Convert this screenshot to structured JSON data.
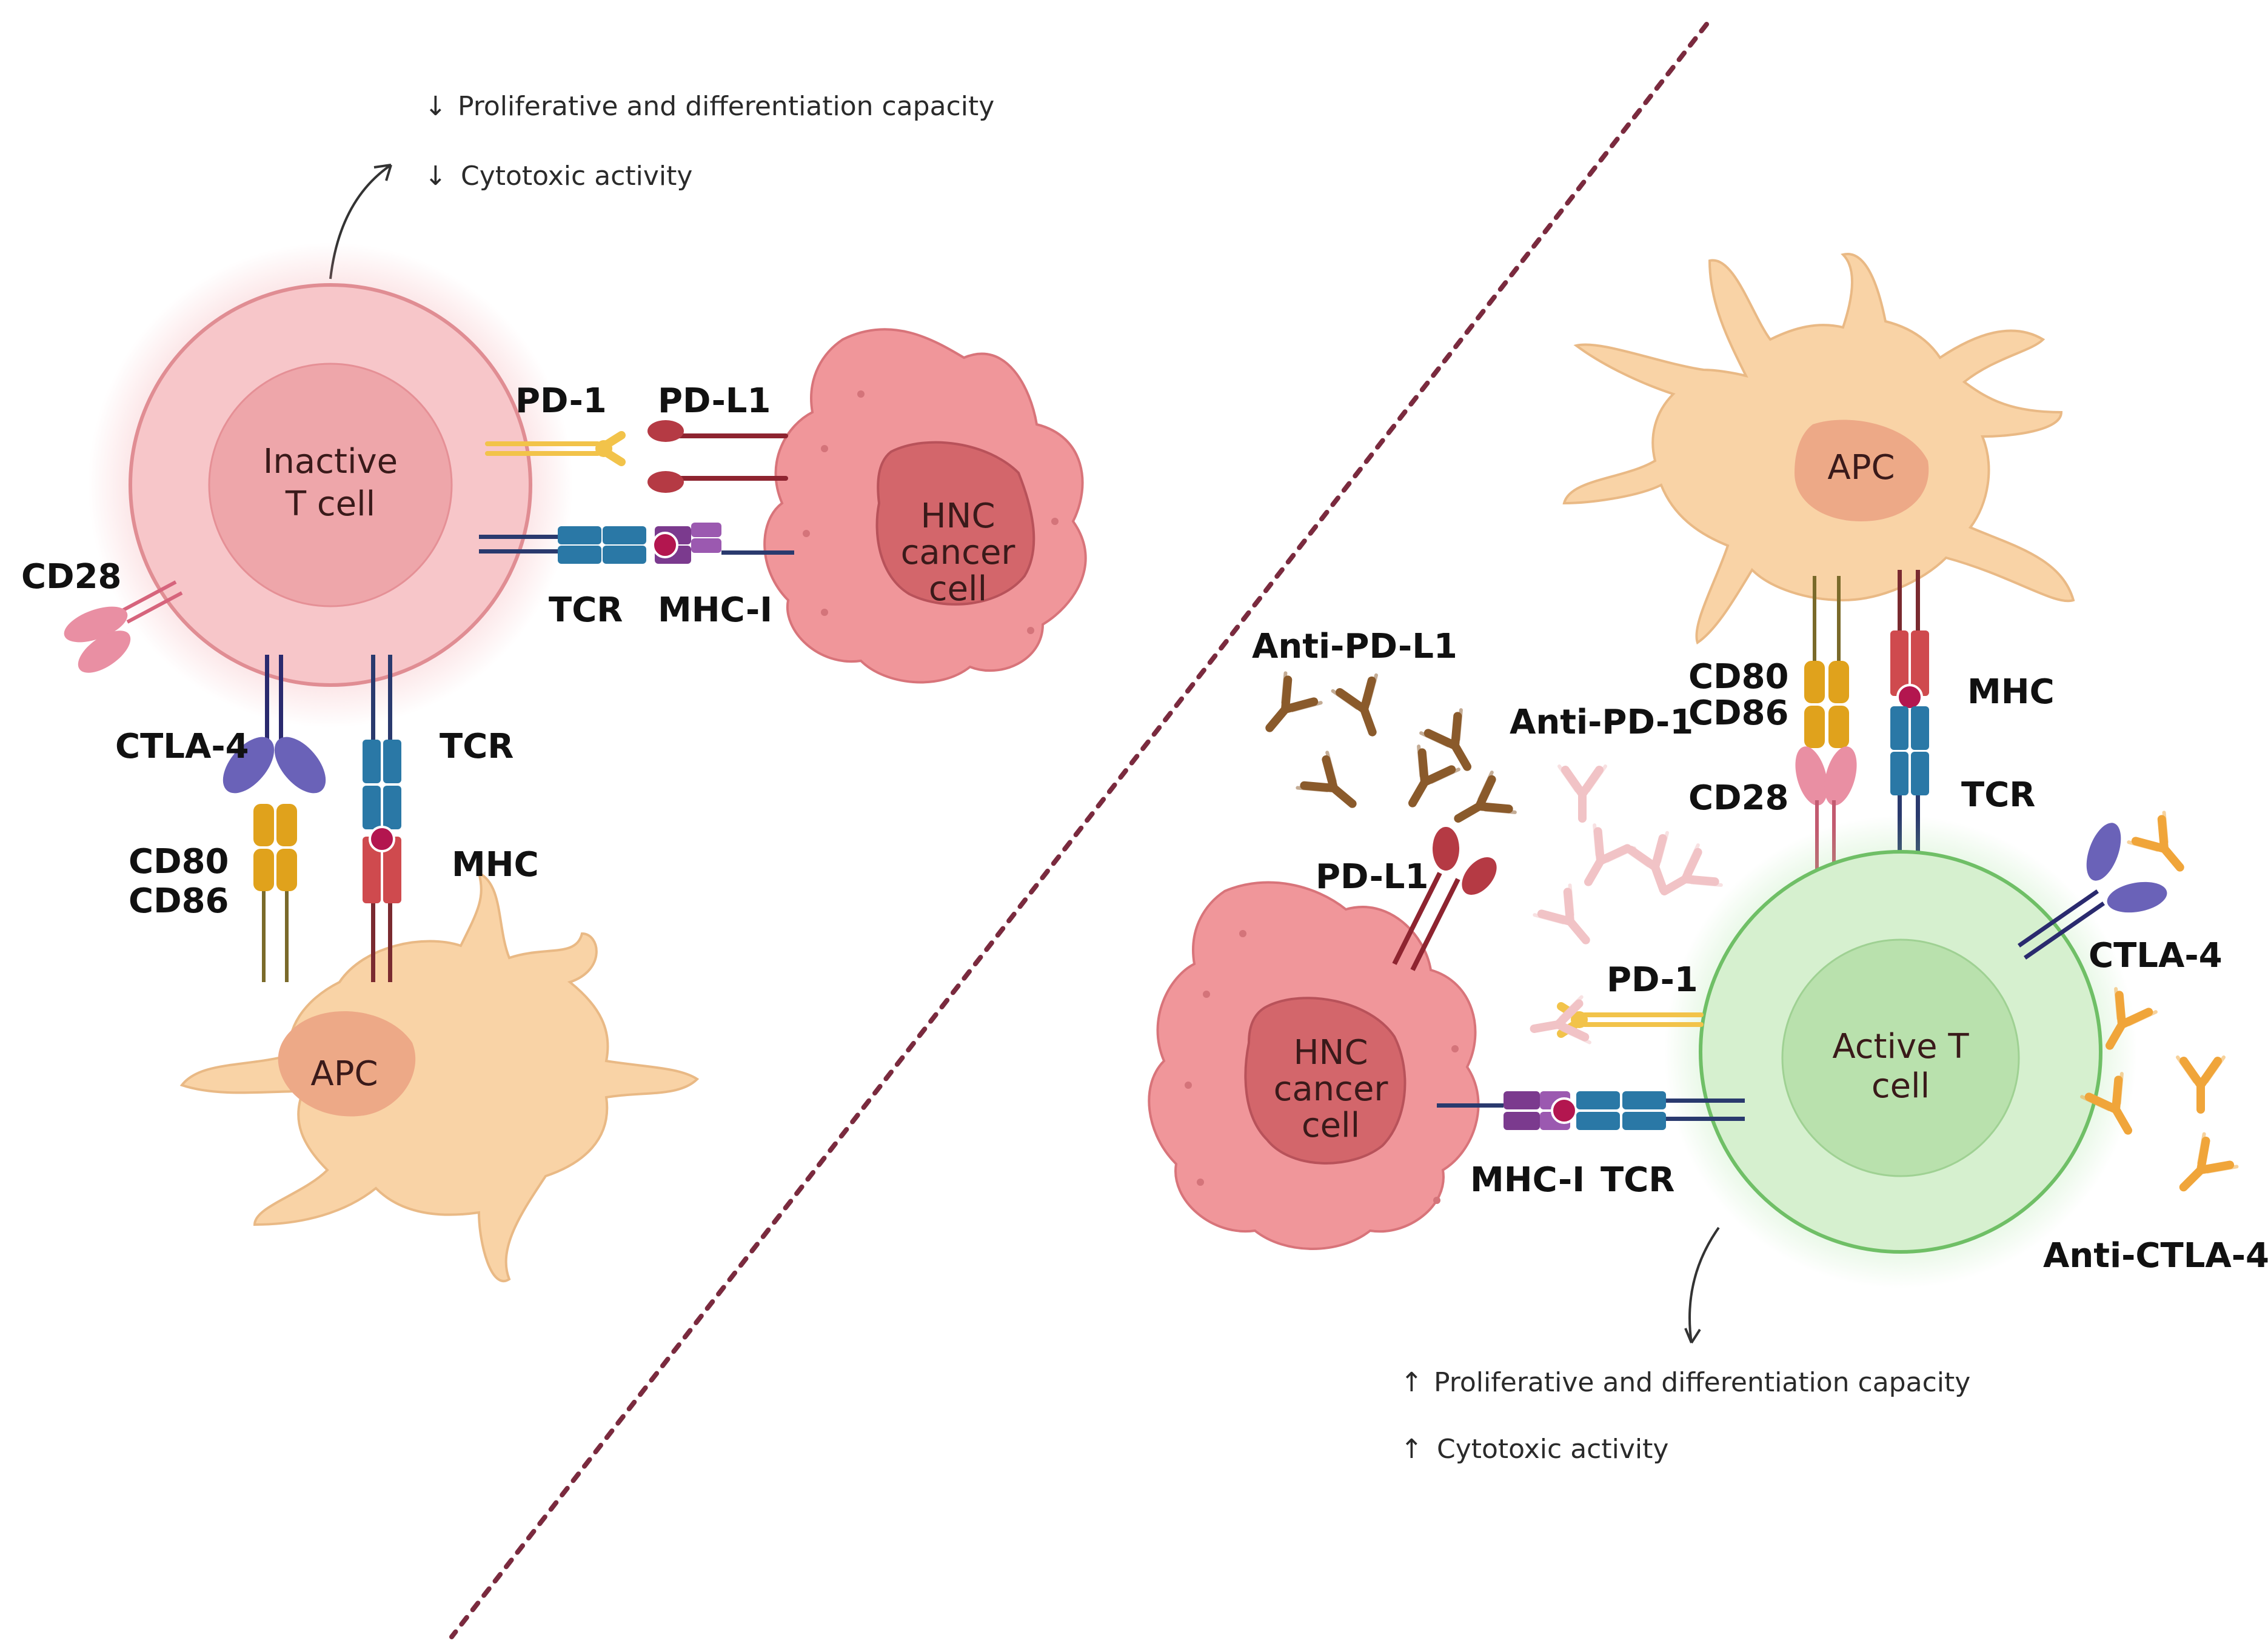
{
  "colors": {
    "tcell_inactive": "#f7c6c9",
    "tcell_inactive_nucleus": "#eea6aa",
    "tcell_active": "#d6f0cf",
    "tcell_active_nucleus": "#b9e1ad",
    "apc": "#f9d3a6",
    "apc_nucleus": "#eda987",
    "cancer": "#f0969a",
    "cancer_nucleus": "#d3666b",
    "pd1": "#f2c34a",
    "pdl1": "#8e2430",
    "tcr": "#2a78a6",
    "mhci": "#7b3a8e",
    "mhc": "#cf4a4e",
    "cd28": "#e98fa3",
    "ctla4": "#6a62b8",
    "cd80": "#e0a21c",
    "anti_pdl1": "#8a5a2b",
    "anti_pd1": "#f1c3c6",
    "anti_ctla4": "#f0a53a",
    "divider": "#7a2a3e"
  },
  "left_panel": {
    "effects": [
      {
        "arrow": "↓",
        "text": "Proliferative and differentiation capacity"
      },
      {
        "arrow": "↓",
        "text": "Cytotoxic activity"
      }
    ],
    "tcell_label": [
      "Inactive",
      "T cell"
    ],
    "cancer_label": [
      "HNC",
      "cancer",
      "cell"
    ],
    "apc_label": "APC",
    "labels": {
      "pd1": "PD-1",
      "pdl1": "PD-L1",
      "tcr_top": "TCR",
      "mhci": "MHC-I",
      "cd28": "CD28",
      "ctla4": "CTLA-4",
      "tcr_bottom": "TCR",
      "cd80": "CD80",
      "cd86": "CD86",
      "mhc": "MHC"
    }
  },
  "right_panel": {
    "apc_label": "APC",
    "tcell_label": [
      "Active T",
      "cell"
    ],
    "cancer_label": [
      "HNC",
      "cancer",
      "cell"
    ],
    "labels": {
      "anti_pdl1": "Anti-PD-L1",
      "anti_pd1": "Anti-PD-1",
      "cd80": "CD80",
      "cd86": "CD86",
      "cd28": "CD28",
      "mhc": "MHC",
      "tcr_top": "TCR",
      "pdl1": "PD-L1",
      "pd1": "PD-1",
      "ctla4": "CTLA-4",
      "mhci": "MHC-I",
      "tcr_bottom": "TCR",
      "anti_ctla4": "Anti-CTLA-4"
    },
    "effects": [
      {
        "arrow": "↑",
        "text": "Proliferative and differentiation capacity"
      },
      {
        "arrow": "↑",
        "text": "Cytotoxic activity"
      }
    ]
  }
}
